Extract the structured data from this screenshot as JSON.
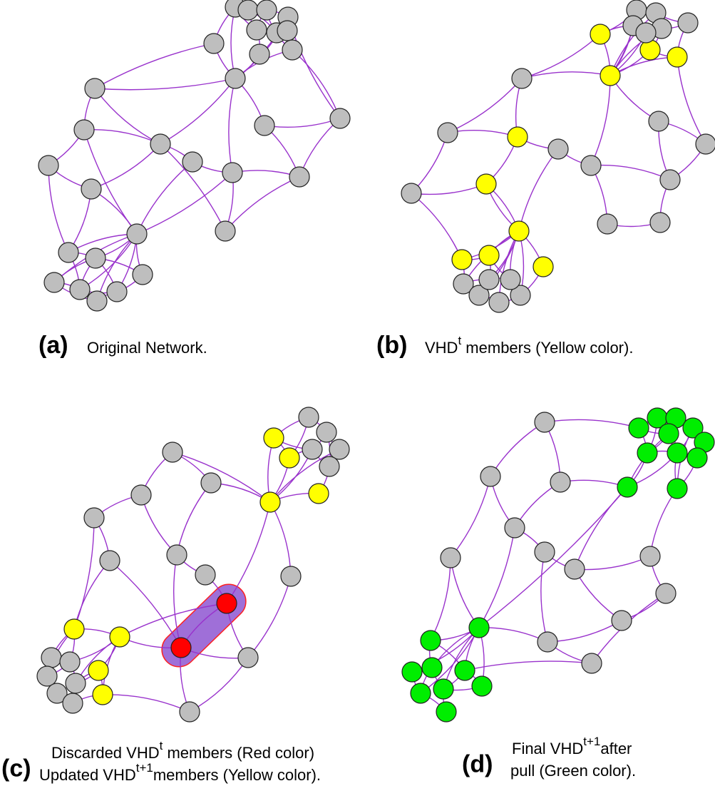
{
  "colors": {
    "edge": "#9932cc",
    "node_stroke": "#222222",
    "gray": "#bebebe",
    "yellow": "#ffff00",
    "red": "#ff0000",
    "green": "#00ee00",
    "highlight_fill": "#9f6fd8",
    "highlight_stroke": "#ff2020"
  },
  "panels": [
    {
      "id": "a",
      "letter": "(a)",
      "caption_lines": [
        [
          {
            "t": "Original Network."
          }
        ]
      ]
    },
    {
      "id": "b",
      "letter": "(b)",
      "caption_lines": [
        [
          {
            "t": "VHD"
          },
          {
            "sup": "t"
          },
          {
            "t": " members (Yellow color)."
          }
        ]
      ]
    },
    {
      "id": "c",
      "letter": "(c)",
      "caption_lines": [
        [
          {
            "t": "Discarded VHD"
          },
          {
            "sup": "t"
          },
          {
            "t": " members (Red color)"
          }
        ],
        [
          {
            "t": "Updated VHD"
          },
          {
            "sup": "t+1"
          },
          {
            "t": "members (Yellow color)."
          }
        ]
      ]
    },
    {
      "id": "d",
      "letter": "(d)",
      "caption_lines": [
        [
          {
            "t": "Final VHD"
          },
          {
            "sup": "t+1"
          },
          {
            "t": "after"
          }
        ],
        [
          {
            "t": "pull  (Green color)."
          }
        ]
      ]
    }
  ]
}
